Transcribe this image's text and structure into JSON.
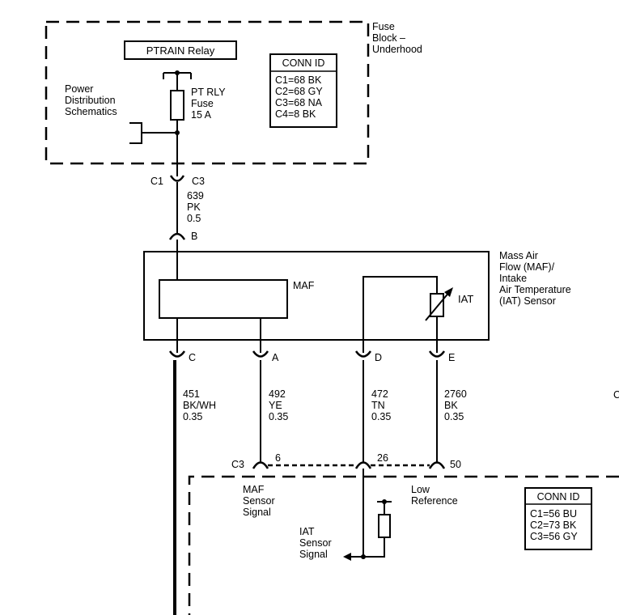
{
  "fuse_block": {
    "label_lines": [
      "Fuse",
      "Block –",
      "Underhood"
    ],
    "relay_label": "PTRAIN Relay",
    "fuse_label_lines": [
      "PT RLY",
      "Fuse",
      "15 A"
    ],
    "power_dist_lines": [
      "Power",
      "Distribution",
      "Schematics"
    ],
    "conn_id": {
      "title": "CONN ID",
      "rows": [
        "C1=68 BK",
        "C2=68 GY",
        "C3=68 NA",
        "C4=8 BK"
      ]
    }
  },
  "upper_connector": {
    "left": "C1",
    "right": "C3",
    "wire_lines": [
      "639",
      "PK",
      "0.5"
    ],
    "pin": "B"
  },
  "sensor": {
    "label_lines": [
      "Mass Air",
      "Flow (MAF)/",
      "Intake",
      "Air Temperature",
      "(IAT) Sensor"
    ],
    "maf_label": "MAF",
    "iat_label": "IAT"
  },
  "pins": [
    {
      "pin": "C",
      "wire_lines": [
        "451",
        "BK/WH",
        "0.35"
      ]
    },
    {
      "pin": "A",
      "wire_lines": [
        "492",
        "YE",
        "0.35"
      ]
    },
    {
      "pin": "D",
      "wire_lines": [
        "472",
        "TN",
        "0.35"
      ]
    },
    {
      "pin": "E",
      "wire_lines": [
        "2760",
        "BK",
        "0.35"
      ]
    }
  ],
  "ecm_connector": {
    "label": "C3",
    "pins": [
      "6",
      "26",
      "50"
    ]
  },
  "ecm": {
    "maf_signal_lines": [
      "MAF",
      "Sensor",
      "Signal"
    ],
    "low_reference_lines": [
      "Low",
      "Reference"
    ],
    "iat_signal_lines": [
      "IAT",
      "Sensor",
      "Signal"
    ],
    "conn_id": {
      "title": "CONN ID",
      "rows": [
        "C1=56 BU",
        "C2=73 BK",
        "C3=56 GY"
      ]
    }
  },
  "edge_mark": "C"
}
